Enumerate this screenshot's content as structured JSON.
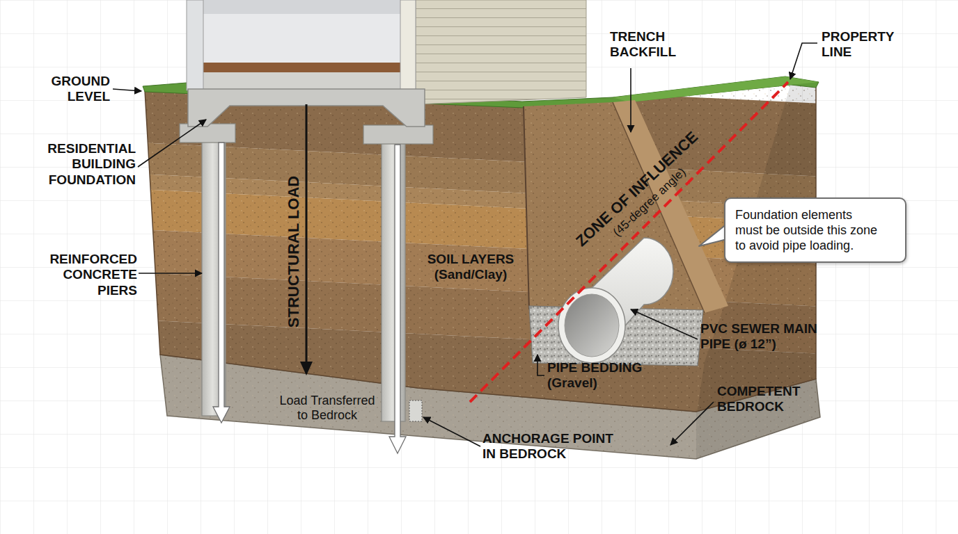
{
  "diagram": {
    "nodes": [
      {
        "text": [
          "Foundation elements must be outside this zone to avoid pipe loading."
        ]
      }
    ],
    "labels": [
      "GROUND LEVEL",
      "RESIDENTIAL BUILDING FOUNDATION",
      "REINFORCED CONCRETE PIERS",
      "STRUCTURAL LOAD",
      "Load Transferred to Bedrock",
      "ANCHORAGE POINT IN BEDROCK",
      "SOIL LAYERS (Sand/Clay)",
      "ZONE OF INFLUENCE",
      "(45-degree angle)",
      "TRENCH BACKFILL",
      "PROPERTY LINE",
      "PVC SEWER MAIN PIPE (ø 12”)",
      "PIPE BEDDING (Gravel)",
      "COMPETENT BEDROCK"
    ]
  }
}
